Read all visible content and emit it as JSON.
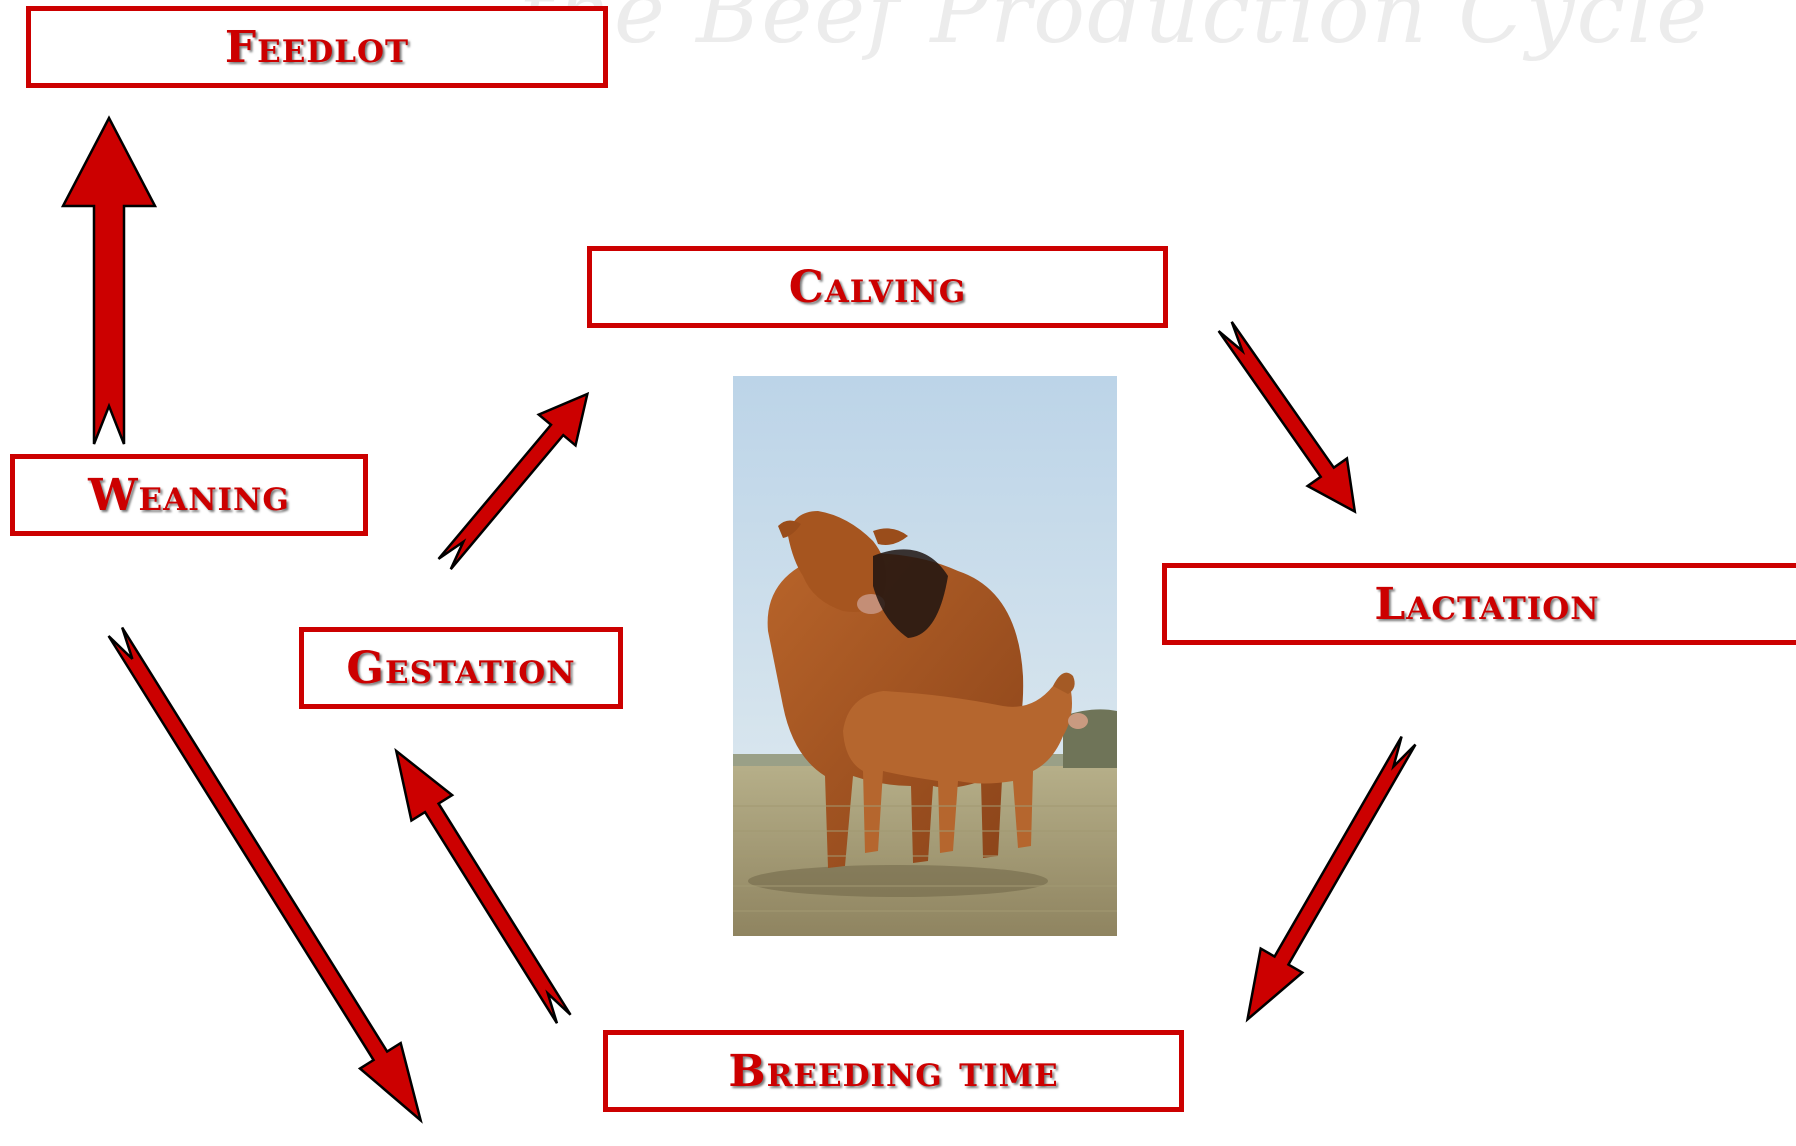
{
  "title_fragment": "the Beef Production Cycle",
  "colors": {
    "accent": "#cc0000",
    "arrow_fill": "#cc0000",
    "arrow_outline": "#000000",
    "label_shadow": "#7a7a7a"
  },
  "stages": {
    "feedlot": "Feedlot",
    "calving": "Calving",
    "weaning": "Weaning",
    "lactation": "Lactation",
    "gestation": "Gestation",
    "breeding": "Breeding time"
  },
  "photo": {
    "subject": "cow-and-calf-photo"
  },
  "arrows": [
    {
      "from": "weaning",
      "to": "feedlot"
    },
    {
      "from": "gestation",
      "to": "calving"
    },
    {
      "from": "calving",
      "to": "lactation"
    },
    {
      "from": "lactation",
      "to": "breeding"
    },
    {
      "from": "breeding",
      "to": "gestation"
    },
    {
      "from": "weaning",
      "to": "breeding"
    }
  ]
}
